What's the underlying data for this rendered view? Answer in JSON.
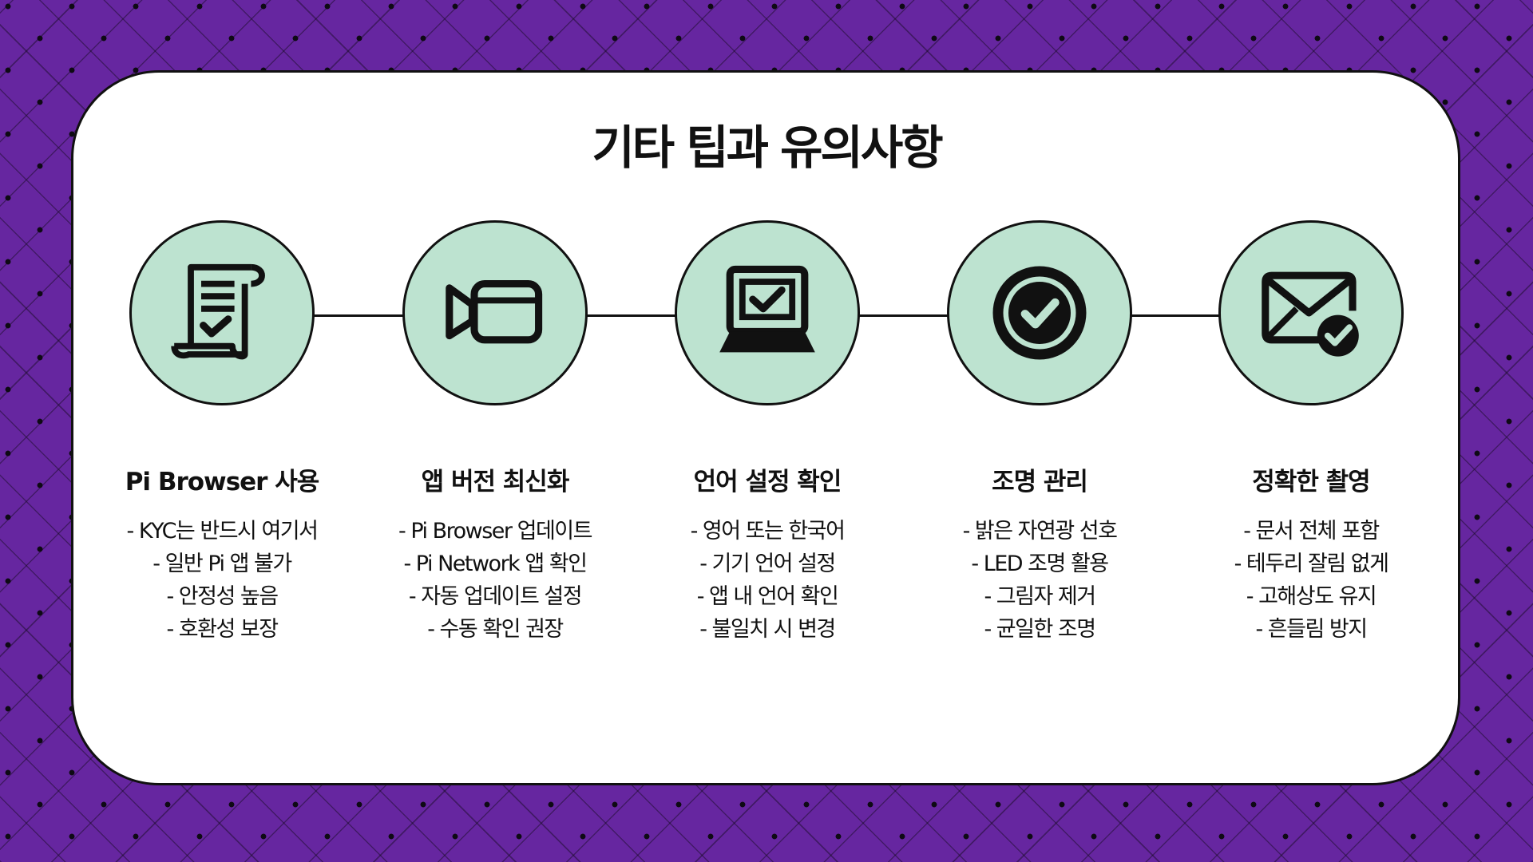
{
  "slide": {
    "title": "기타 팁과 유의사항",
    "colors": {
      "background": "#6626a0",
      "card": "#ffffff",
      "circle_fill": "#bde3d0",
      "ink": "#111111"
    },
    "steps": [
      {
        "icon": "contract-scroll-check-icon",
        "title": "Pi Browser 사용",
        "lines": [
          "- KYC는 반드시 여기서",
          "- 일반 Pi 앱 불가",
          "- 안정성 높음",
          "- 호환성 보장"
        ]
      },
      {
        "icon": "video-camera-icon",
        "title": "앱 버전 최신화",
        "lines": [
          "- Pi Browser 업데이트",
          "- Pi Network 앱 확인",
          "- 자동 업데이트 설정",
          "- 수동 확인 권장"
        ]
      },
      {
        "icon": "laptop-check-icon",
        "title": "언어 설정 확인",
        "lines": [
          "- 영어 또는 한국어",
          "- 기기 언어 설정",
          "- 앱 내 언어 확인",
          "- 불일치 시 변경"
        ]
      },
      {
        "icon": "check-circle-icon",
        "title": "조명 관리",
        "lines": [
          "- 밝은 자연광 선호",
          "- LED 조명 활용",
          "- 그림자 제거",
          "- 균일한 조명"
        ]
      },
      {
        "icon": "mail-check-icon",
        "title": "정확한 촬영",
        "lines": [
          "- 문서 전체 포함",
          "- 테두리 잘림 없게",
          "- 고해상도 유지",
          "- 흔들림 방지"
        ]
      }
    ]
  }
}
